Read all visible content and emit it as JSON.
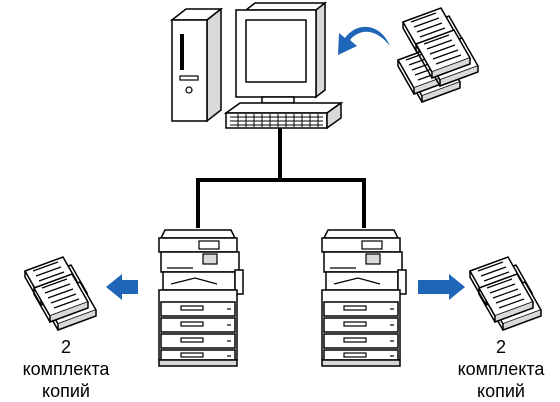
{
  "left_output": {
    "count": "2",
    "word1": "комплекта",
    "word2": "копий"
  },
  "right_output": {
    "count": "2",
    "word1": "комплекта",
    "word2": "копий"
  },
  "colors": {
    "arrow": "#1f66b8",
    "line": "#000000",
    "fill": "#ffffff",
    "shade": "#d9d9d9"
  }
}
